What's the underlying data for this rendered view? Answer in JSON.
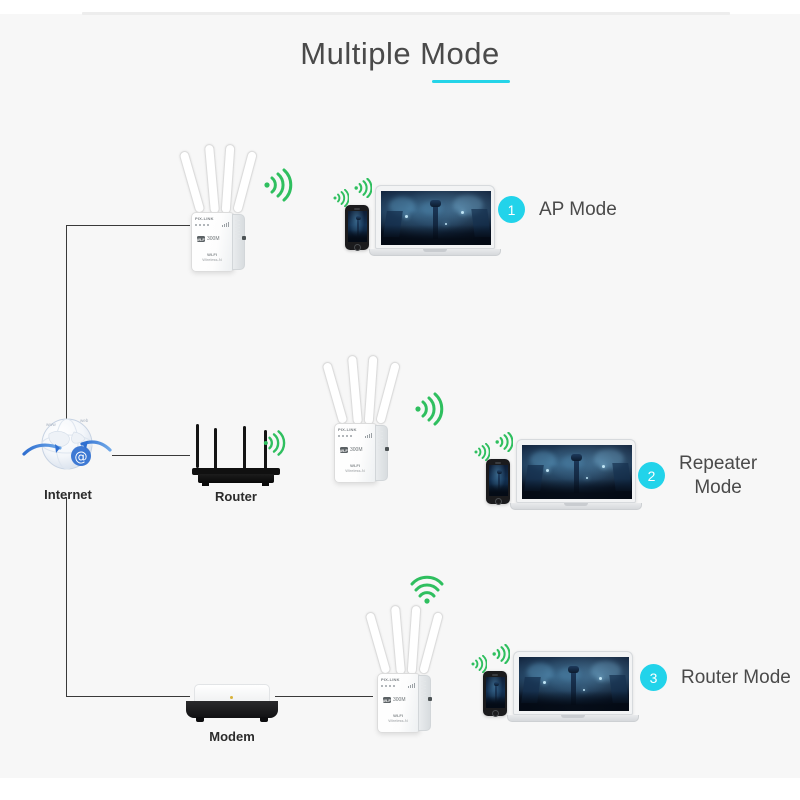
{
  "page": {
    "title": "Multiple Mode",
    "background_color": "#f7f7f7",
    "accent_color": "#22d3ea",
    "signal_color": "#2fbf5f",
    "title_color": "#4a4a4a"
  },
  "nodes": {
    "internet": {
      "label": "Internet",
      "icon": "globe-internet-icon"
    },
    "router": {
      "label": "Router",
      "icon": "router-icon"
    },
    "modem": {
      "label": "Modem",
      "icon": "modem-icon"
    }
  },
  "device": {
    "brand": "PIX-LINK",
    "tag": "WI-FI",
    "tag_sub": "300M",
    "footer_title": "WI-FI",
    "footer_sub": "Wireless-N",
    "icon": "wifi-range-extender-icon"
  },
  "clients": {
    "laptop_icon": "laptop-icon",
    "phone_icon": "smartphone-icon"
  },
  "modes": [
    {
      "number": "1",
      "label": "AP Mode",
      "lines": [
        "AP Mode"
      ]
    },
    {
      "number": "2",
      "label": "Repeater Mode",
      "lines": [
        "Repeater",
        "Mode"
      ]
    },
    {
      "number": "3",
      "label": "Router Mode",
      "lines": [
        "Router Mode"
      ]
    }
  ],
  "signals": {
    "name": "wifi-signal-icon",
    "count": 8
  }
}
